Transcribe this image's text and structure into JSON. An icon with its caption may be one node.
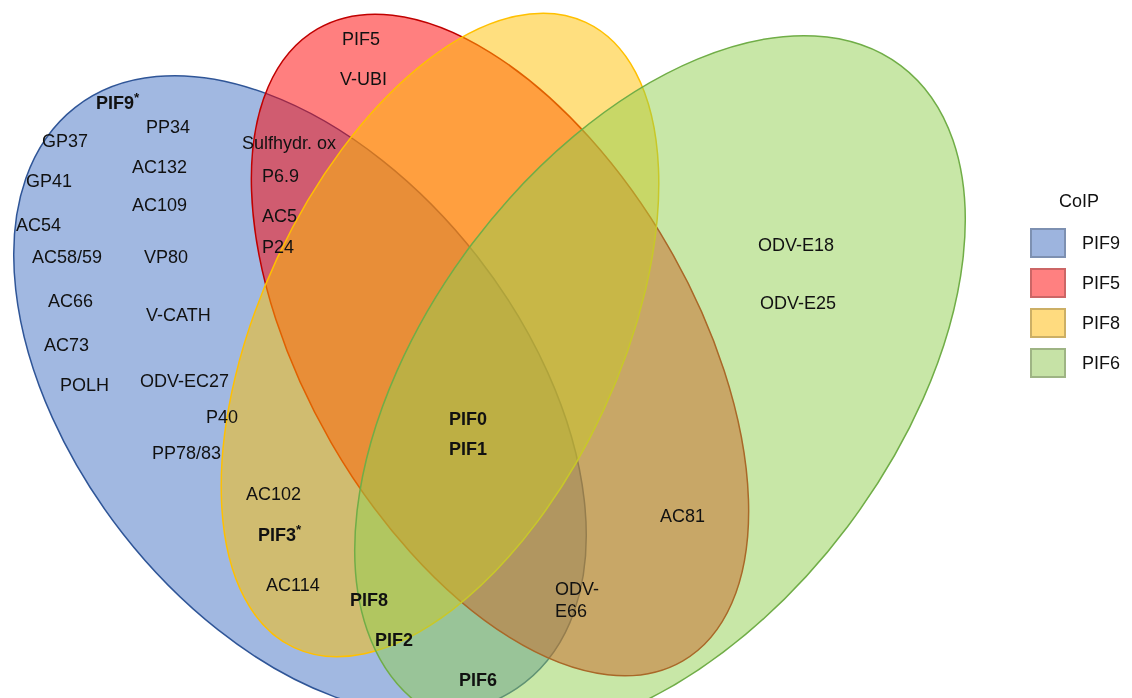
{
  "diagram": {
    "nodes": [
      {
        "text": [],
        "shape": "ellipse"
      },
      {
        "text": [],
        "shape": "ellipse"
      },
      {
        "text": [],
        "shape": "ellipse"
      },
      {
        "text": [],
        "shape": "ellipse"
      }
    ],
    "edges": [],
    "labels": [
      "PIF5",
      "V-UBI",
      "PIF9$^{*}$",
      "PP34",
      "GP37",
      "Sulfhydr. ox",
      "AC132",
      "P6.9",
      "GP41",
      "AC109",
      "AC54",
      "AC5",
      "P24",
      "ODV-E18",
      "AC58/59",
      "VP80",
      "AC66",
      "ODV-E25",
      "V-CATH",
      "AC73",
      "POLH",
      "ODV-EC27",
      "P40",
      "PIF0",
      "PIF1",
      "PP78/83",
      "AC102",
      "AC81",
      "PIF3$^{*}$",
      "AC114",
      "ODV-E66",
      "PIF8",
      "PIF2",
      "PIF6",
      "CoIP"
    ],
    "legend": [
      {
        "text": "PIF9",
        "color": "#9db4de"
      },
      {
        "text": "PIF5",
        "color": "#ff8080"
      },
      {
        "text": "PIF8",
        "color": "#ffdb7f"
      },
      {
        "text": "PIF6",
        "color": "#c6e2a6"
      }
    ]
  }
}
